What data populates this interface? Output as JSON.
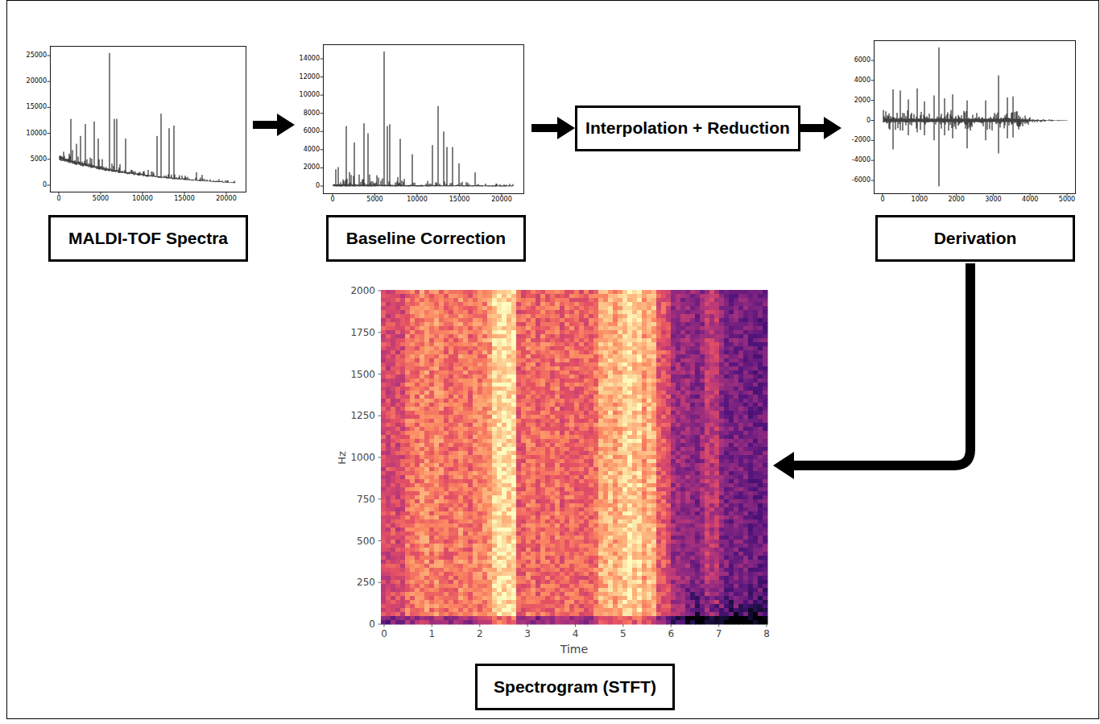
{
  "diagram": {
    "nodes": [
      {
        "text": [
          "MALDI-TOF Spectra"
        ]
      },
      {
        "text": [
          "Baseline Correction"
        ]
      },
      {
        "text": [
          "Interpolation + Reduction"
        ]
      },
      {
        "text": [
          "Derivation"
        ]
      },
      {
        "text": [
          "Spectrogram (STFT)"
        ]
      }
    ],
    "edges": [
      {
        "from": 0,
        "to": 1,
        "arrow": "to"
      },
      {
        "from": 1,
        "to": 2,
        "arrow": "to"
      },
      {
        "from": 2,
        "to": 3,
        "arrow": "to"
      },
      {
        "from": 3,
        "to": 4,
        "arrow": "to"
      }
    ],
    "labels": [
      "25000",
      "20000",
      "15000",
      "10000",
      "5000",
      "0",
      "0",
      "5000",
      "10000",
      "15000",
      "20000",
      "14000",
      "12000",
      "10000",
      "8000",
      "6000",
      "4000",
      "2000",
      "0",
      "0",
      "5000",
      "10000",
      "15000",
      "20000",
      "6000",
      "4000",
      "2000",
      "0",
      "-2000",
      "-4000",
      "-6000",
      "0",
      "1000",
      "2000",
      "3000",
      "4000",
      "5000",
      "2000",
      "1750",
      "1500",
      "1250",
      "1000",
      "750",
      "500",
      "250",
      "0",
      "Hz",
      "0",
      "1",
      "2",
      "3",
      "4",
      "5",
      "6",
      "7",
      "8",
      "Time"
    ]
  }
}
